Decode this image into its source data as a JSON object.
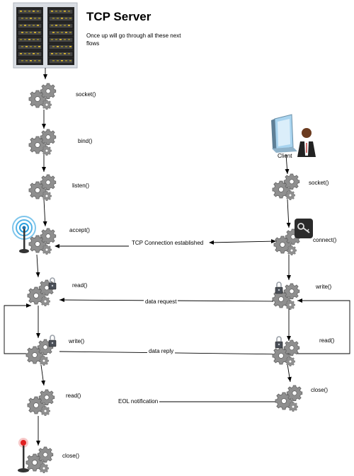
{
  "header": {
    "title": "TCP Server",
    "subtitle": "Once up will go through all these next flows"
  },
  "server_steps": [
    "socket()",
    "bind()",
    "listen()",
    "accept()",
    "read()",
    "write()",
    "read()",
    "close()"
  ],
  "client_label": "Client",
  "client_steps": [
    "socket()",
    "connect()",
    "write()",
    "read()",
    "close()"
  ],
  "messages": [
    "TCP Connection established",
    "data request",
    "data reply",
    "EOL notification"
  ],
  "icons": [
    "server-rack-icon",
    "gear-icon",
    "wireless-antenna-icon",
    "padlock-icon",
    "key-icon",
    "client-computer-icon",
    "red-beacon-antenna-icon"
  ],
  "colors": {
    "gear": "#8a8a8a",
    "line": "#000000",
    "signal": "#2aa0e0",
    "beacon": "#e02020"
  }
}
